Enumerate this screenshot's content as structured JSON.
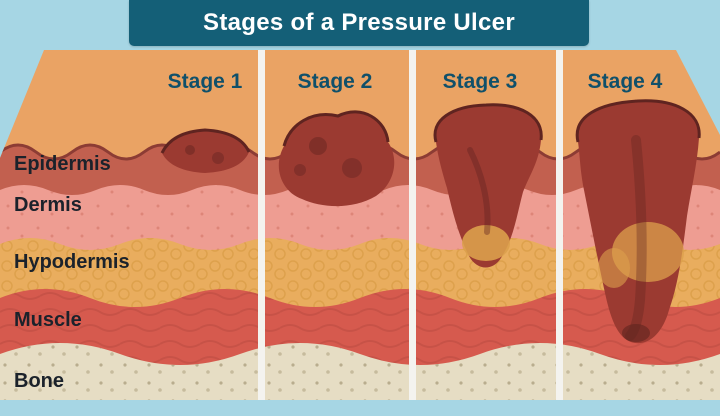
{
  "title": "Stages of a Pressure Ulcer",
  "stage_labels": [
    "Stage 1",
    "Stage 2",
    "Stage 3",
    "Stage 4"
  ],
  "layer_labels": [
    "Epidermis",
    "Dermis",
    "Hypodermis",
    "Muscle",
    "Bone"
  ],
  "colors": {
    "background": "#a6d6e4",
    "banner": "#145f77",
    "banner_text": "#ffffff",
    "stage_label": "#10506a",
    "layer_label": "#1b222b",
    "skin_top": "#eaa364",
    "epidermis": "#c2604f",
    "epidermis_line": "#8c3c34",
    "dermis": "#ee9d92",
    "hypodermis": "#e9ad5e",
    "muscle": "#d65a4e",
    "bone": "#e6ddc4",
    "wound": "#9b3a31",
    "wound_dark": "#5f2420",
    "fat": "#dca04c",
    "divider": "#f4f3ef"
  }
}
